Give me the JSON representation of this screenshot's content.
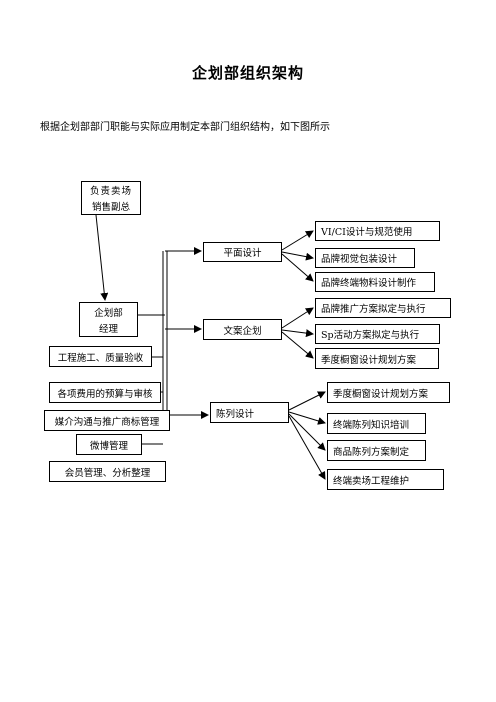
{
  "title": "企划部组织架构",
  "intro": "根据企划部部门职能与实际应用制定本部门组织结构，如下图所示",
  "nodes": {
    "vp": [
      "负责卖场",
      "销售副总"
    ],
    "manager": [
      "企划部",
      "经理"
    ],
    "pingmian": "平面设计",
    "wenan": "文案企划",
    "chenlie": "陈列设计"
  },
  "duties": [
    "工程施工、质量验收",
    "各项费用的预算与审核",
    "媒介沟通与推广商标管理",
    "微博管理",
    "会员管理、分析整理"
  ],
  "pingmian_tasks": [
    "VI/CI设计与规范使用",
    "品牌视觉包装设计",
    "品牌终端物料设计制作"
  ],
  "wenan_tasks": [
    "品牌推广方案拟定与执行",
    "Sp活动方案拟定与执行",
    "季度橱窗设计规划方案"
  ],
  "chenlie_tasks": [
    "季度橱窗设计规划方案",
    "终端陈列知识培训",
    "商品陈列方案制定",
    "终端卖场工程维护"
  ]
}
